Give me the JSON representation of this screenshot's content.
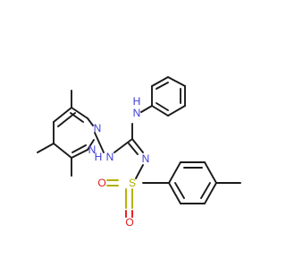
{
  "molecule": {
    "atoms": {
      "n_ring_top": {
        "label": "N",
        "color": "#3b3bd6"
      },
      "n_ring_bottom": {
        "label": "N",
        "color": "#3b3bd6"
      },
      "n_phenyl": {
        "label": "N",
        "color": "#3b3bd6"
      },
      "h_phenyl": {
        "label": "H",
        "color": "#3b3bd6"
      },
      "n_left": {
        "label": "N",
        "color": "#3b3bd6"
      },
      "h_left": {
        "label": "H",
        "color": "#3b3bd6"
      },
      "n_imine": {
        "label": "N",
        "color": "#3b3bd6"
      },
      "s": {
        "label": "S",
        "color": "#b0b000"
      },
      "o_left": {
        "label": "O",
        "color": "#e01a1a"
      },
      "o_bottom": {
        "label": "O",
        "color": "#e01a1a"
      }
    }
  }
}
